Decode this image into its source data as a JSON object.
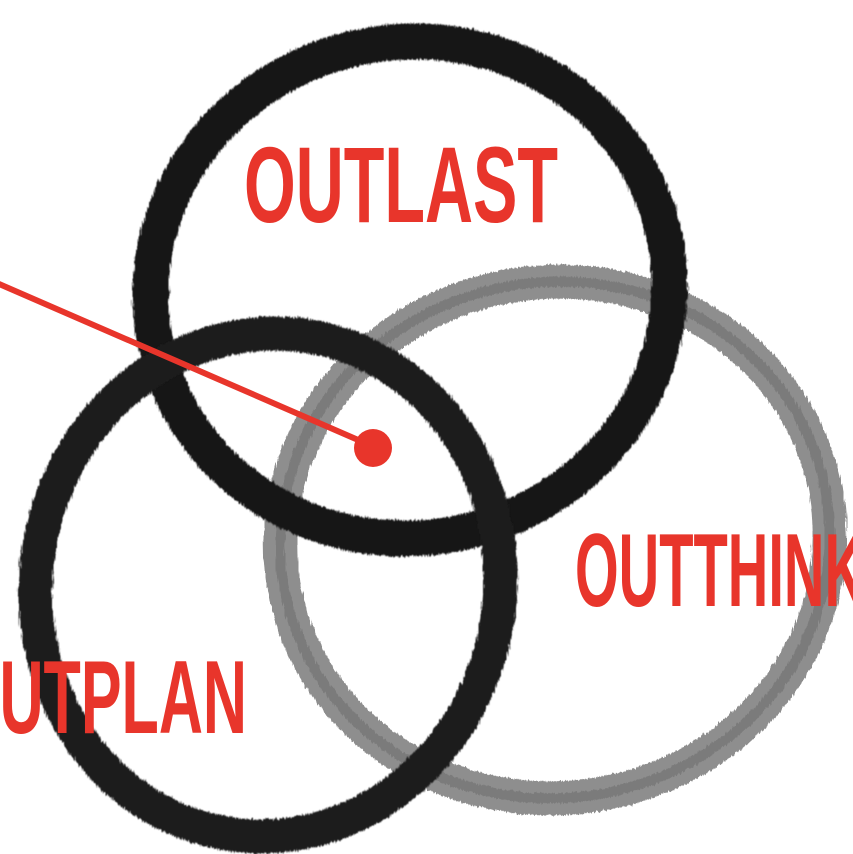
{
  "labels": {
    "top": "OUTLAST",
    "right": "OUTTHINK",
    "left": "OUTPLAN"
  },
  "colors": {
    "accent": "#e8352b",
    "ink_dark": "#161616",
    "ink_light": "#6e6e6e",
    "background": "#ffffff"
  },
  "icons": {
    "rings": "brush-stroke-ring",
    "pointer": "pointer-dot"
  }
}
